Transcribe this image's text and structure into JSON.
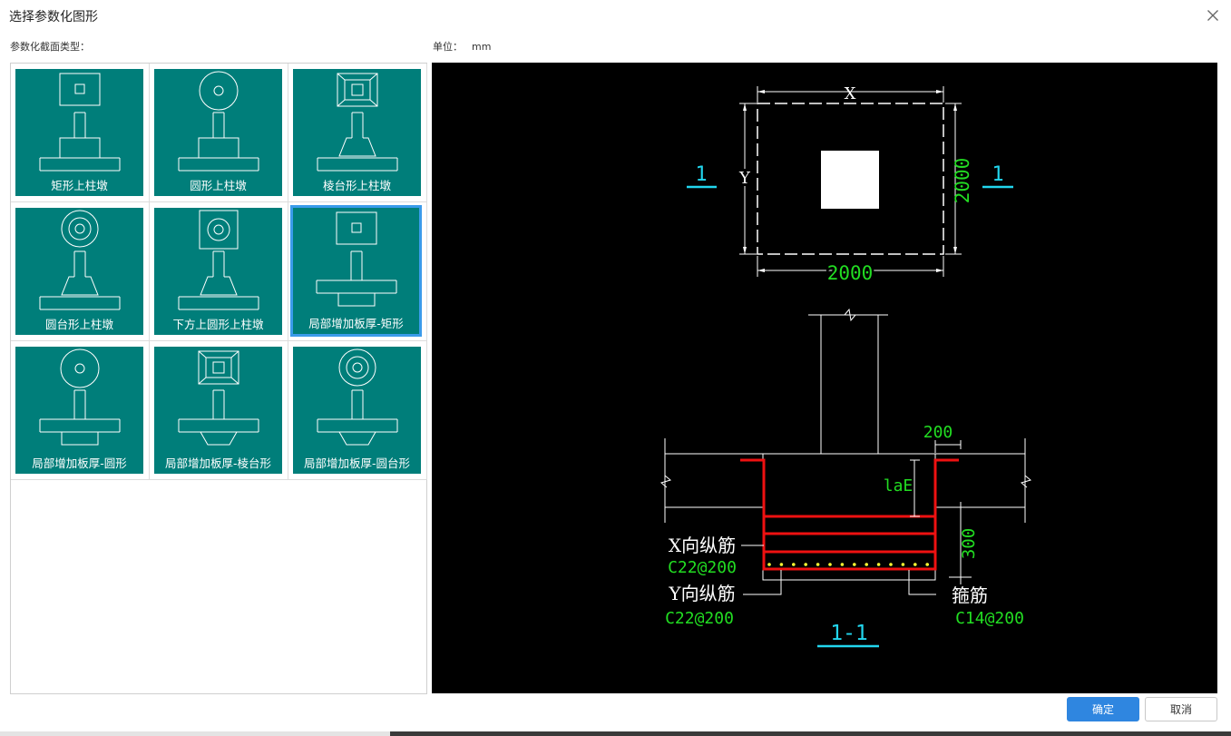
{
  "window": {
    "title": "选择参数化图形"
  },
  "left": {
    "section_label": "参数化截面类型："
  },
  "unit": {
    "label": "单位：",
    "value": "mm"
  },
  "shapes": [
    {
      "label": "矩形上柱墩",
      "top": "rect",
      "base": "rect",
      "selected": false
    },
    {
      "label": "圆形上柱墩",
      "top": "circle",
      "base": "rect",
      "selected": false
    },
    {
      "label": "棱台形上柱墩",
      "top": "frustum",
      "base": "trap",
      "selected": false
    },
    {
      "label": "圆台形上柱墩",
      "top": "cone",
      "base": "trap",
      "selected": false
    },
    {
      "label": "下方上圆形上柱墩",
      "top": "square-circle",
      "base": "trap",
      "selected": false
    },
    {
      "label": "局部增加板厚-矩形",
      "top": "rect",
      "base": "drop-rect",
      "selected": true
    },
    {
      "label": "局部增加板厚-圆形",
      "top": "circle",
      "base": "drop-rect",
      "selected": false
    },
    {
      "label": "局部增加板厚-棱台形",
      "top": "frustum",
      "base": "drop-trap",
      "selected": false
    },
    {
      "label": "局部增加板厚-圆台形",
      "top": "cone",
      "base": "drop-trap",
      "selected": false
    }
  ],
  "preview": {
    "plan_dim_x_label": "X",
    "plan_dim_y_label": "Y",
    "plan_x_value": "2000",
    "plan_y_value": "2000",
    "section_mark": "1",
    "dim_200": "200",
    "lae": "laE",
    "dim_300": "300",
    "x_rebar_label": "X向纵筋",
    "x_rebar_value": "C22@200",
    "y_rebar_label": "Y向纵筋",
    "y_rebar_value": "C22@200",
    "stirrup_label": "箍筋",
    "stirrup_value": "C14@200",
    "section_title": "1-1",
    "colors": {
      "dim_green": "#22dd22",
      "mark_cyan": "#22d6ee",
      "rebar_red": "#ee1111",
      "line_white": "#ffffff",
      "dot_yellow": "#ffff33"
    }
  },
  "buttons": {
    "ok": "确定",
    "cancel": "取消"
  },
  "icons": {
    "close": "close-icon"
  }
}
